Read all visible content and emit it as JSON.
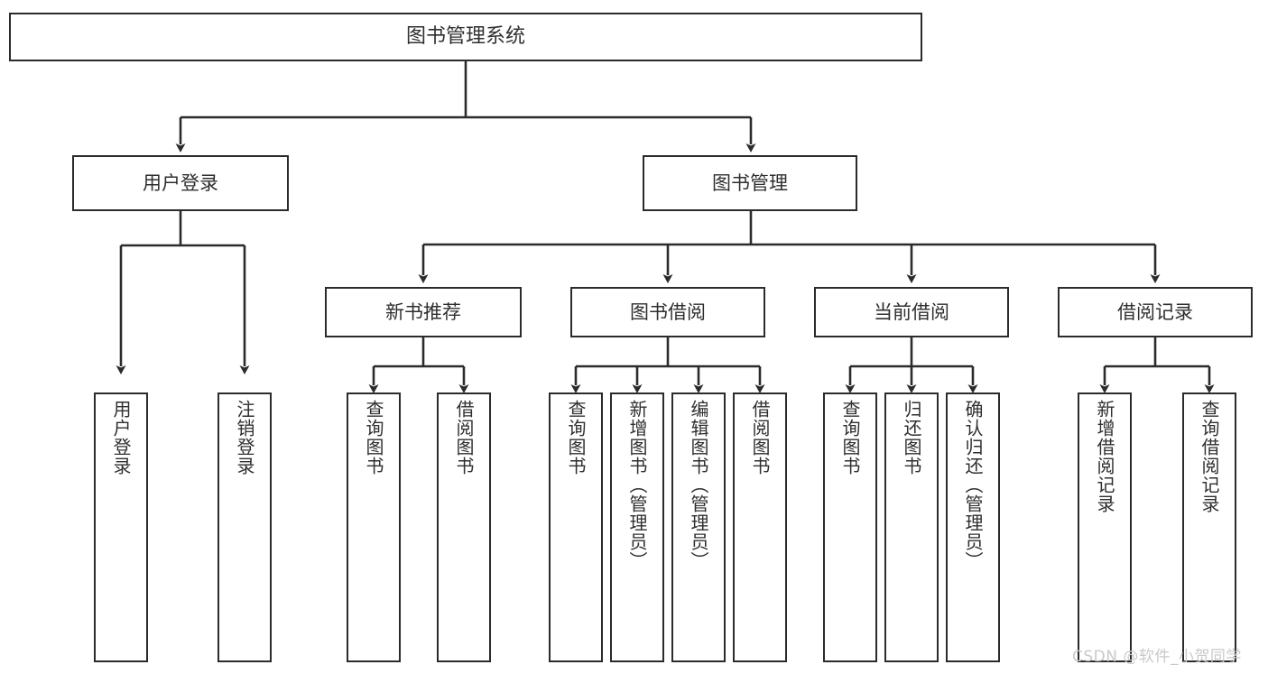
{
  "diagram": {
    "title": "图书管理系统",
    "root": {
      "label": "图书管理系统"
    },
    "level1": [
      {
        "label": "用户登录"
      },
      {
        "label": "图书管理"
      }
    ],
    "level2": [
      {
        "label": "新书推荐"
      },
      {
        "label": "图书借阅"
      },
      {
        "label": "当前借阅"
      },
      {
        "label": "借阅记录"
      }
    ],
    "leaves": {
      "user_login": [
        {
          "label": "用户登录"
        },
        {
          "label": "注销登录"
        }
      ],
      "new_book_recommend": [
        {
          "label": "查询图书"
        },
        {
          "label": "借阅图书"
        }
      ],
      "book_borrow": [
        {
          "label": "查询图书"
        },
        {
          "label": "新增图书（管理员）"
        },
        {
          "label": "编辑图书（管理员）"
        },
        {
          "label": "借阅图书"
        }
      ],
      "current_borrow": [
        {
          "label": "查询图书"
        },
        {
          "label": "归还图书"
        },
        {
          "label": "确认归还（管理员）"
        }
      ],
      "borrow_record": [
        {
          "label": "新增借阅记录"
        },
        {
          "label": "查询借阅记录"
        }
      ]
    },
    "watermark": "CSDN @软件_小贺同学",
    "colors": {
      "stroke": "#2b2b2b",
      "text": "#2f2f2f",
      "background": "#ffffff",
      "watermark": "#c9c9c9"
    }
  }
}
